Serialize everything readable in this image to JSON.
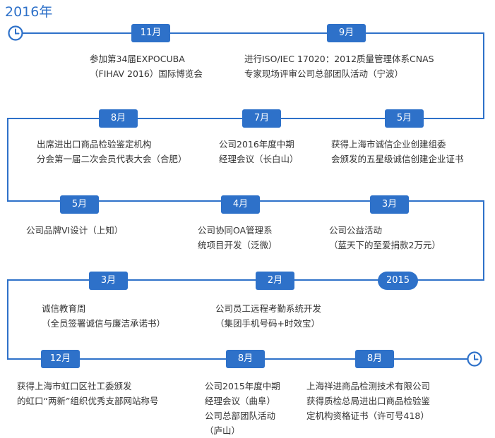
{
  "header": {
    "year": "2016年"
  },
  "colors": {
    "accent": "#2e71c9",
    "text": "#333333",
    "background": "#ffffff"
  },
  "icons": {
    "start": "clock-icon",
    "end": "clock-icon"
  },
  "rows": [
    {
      "events": [
        {
          "label": "11月",
          "lines": [
            "参加第34届EXPOCUBA",
            "（FIHAV 2016）国际博览会"
          ]
        },
        {
          "label": "9月",
          "lines": [
            "进行ISO/IEC 17020：2012质量管理体系CNAS",
            "专家现场评审公司总部团队活动（宁波）"
          ]
        }
      ]
    },
    {
      "events": [
        {
          "label": "8月",
          "lines": [
            "出席进出口商品检验鉴定机构",
            "分会第一届二次会员代表大会（合肥）"
          ]
        },
        {
          "label": "7月",
          "lines": [
            "公司2016年度中期",
            "经理会议（长白山）"
          ]
        },
        {
          "label": "5月",
          "lines": [
            "获得上海市诚信企业创建组委",
            "会颁发的五星级诚信创建企业证书"
          ]
        }
      ]
    },
    {
      "events": [
        {
          "label": "5月",
          "lines": [
            "公司品牌VI设计（上知）"
          ]
        },
        {
          "label": "4月",
          "lines": [
            "公司协同OA管理系",
            "统项目开发（泛微）"
          ]
        },
        {
          "label": "3月",
          "lines": [
            "公司公益活动",
            "（蓝天下的至爱捐款2万元）"
          ]
        }
      ]
    },
    {
      "events": [
        {
          "label": "3月",
          "lines": [
            "诚信教育周",
            "（全员签署诚信与廉洁承诺书）"
          ]
        },
        {
          "label": "2月",
          "lines": [
            "公司员工远程考勤系统开发",
            "（集团手机号码+时效宝）"
          ]
        },
        {
          "label": "2015",
          "lines": []
        }
      ]
    },
    {
      "events": [
        {
          "label": "12月",
          "lines": [
            "获得上海市虹口区社工委颁发",
            "的虹口“两新”组织优秀支部网站称号"
          ]
        },
        {
          "label": "8月",
          "lines": [
            "公司2015年度中期",
            "经理会议（曲阜）",
            "公司总部团队活动",
            "（庐山）"
          ]
        },
        {
          "label": "8月",
          "lines": [
            "上海祥进商品检测技术有限公司",
            "获得质检总局进出口商品检验鉴",
            "定机构资格证书（许可号418）"
          ]
        }
      ]
    }
  ]
}
